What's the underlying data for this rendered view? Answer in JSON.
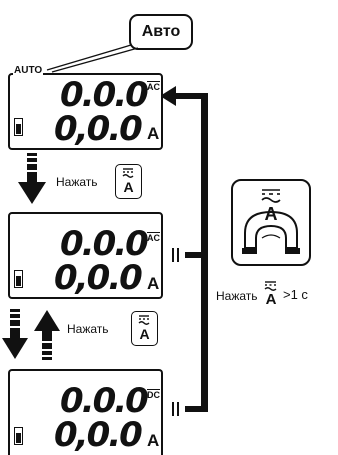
{
  "callout": {
    "text": "Авто"
  },
  "screens": [
    {
      "auto_label": "AUTO",
      "top_digits": "0.0.0",
      "bottom_digits": "0,0.0",
      "mode": "AC",
      "unit": "A"
    },
    {
      "top_digits": "0.0.0",
      "bottom_digits": "0,0.0",
      "mode": "AC",
      "unit": "A"
    },
    {
      "top_digits": "0.0.0",
      "bottom_digits": "0,0.0",
      "mode": "DC",
      "unit": "A"
    }
  ],
  "steps": [
    {
      "label": "Нажать",
      "button_label": "A"
    },
    {
      "label": "Нажать",
      "button_label": "A"
    }
  ],
  "long_press": {
    "label": "Нажать",
    "button_label": "A",
    "duration": ">1 с"
  },
  "device_button": {
    "label": "A"
  }
}
